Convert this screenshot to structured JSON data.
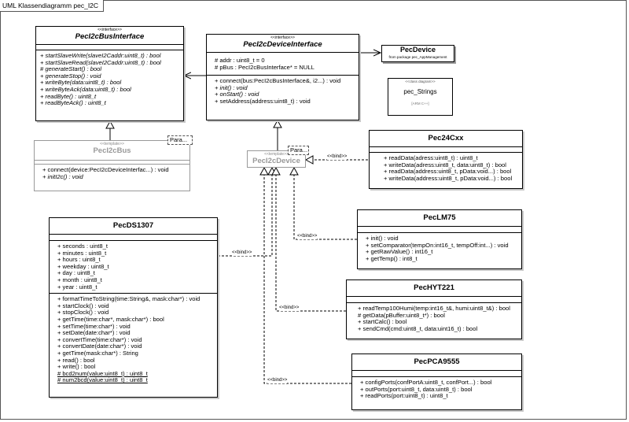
{
  "frame": {
    "title": "UML Klassendiagramm pec_I2C"
  },
  "classes": {
    "bus_interface": {
      "stereotype": "<<interface>>",
      "name": "PecI2cBusInterface",
      "operations": [
        "+ startSlaveWrite(slaveI2Caddr:uint8_t) : bool",
        "+ startSlaveRead(slaveI2Caddr:uint8_t) : bool",
        "# generateStart() : bool",
        "+ generateStop() : void",
        "+ writeByte(data:uint8_t) : bool",
        "+ writeByteAck(data:uint8_t) : bool",
        "+ readByte() : uint8_t",
        "+ readByteAck() : uint8_t"
      ]
    },
    "device_interface": {
      "stereotype": "<<interface>>",
      "name": "PecI2cDeviceInterface",
      "attributes": [
        "# addr : uint8_t = 0",
        "# pBus : PecI2cBusInterface* = NULL"
      ],
      "operations": [
        "+ connect(bus:PecI2cBusInterface&, i2...) : void",
        "+ init() : void",
        "+ onStart() : void",
        "+ setAddress(address:uint8_t) : void"
      ]
    },
    "pec_device": {
      "name": "PecDevice",
      "note": "from package pec_AppManagement"
    },
    "pec_strings": {
      "stereotype": "<<class diagram>>",
      "name": "pec_Strings",
      "footer": "[ARM C++]"
    },
    "i2c_bus": {
      "stereotype": "<<template>>",
      "name": "PecI2cBus",
      "param": "Para...",
      "operations": [
        "+ connect(device:PecI2cDeviceInterfac...) : void",
        "+ initI2c() : void"
      ]
    },
    "i2c_device": {
      "stereotype": "<<template>>",
      "name": "PecI2cDevice",
      "param": "Para..."
    },
    "pec24cxx": {
      "name": "Pec24Cxx",
      "operations": [
        "+ readData(adress:uint8_t) : uint8_t",
        "+ writeData(adress:uint8_t, data:uint8_t) : bool",
        "+ readData(address:uint8_t, pData:void...) : bool",
        "+ writeData(address:uint8_t, pData:void...) : bool"
      ]
    },
    "pecds1307": {
      "name": "PecDS1307",
      "attributes": [
        "+ seconds : uint8_t",
        "+ minutes : uint8_t",
        "+ hours : uint8_t",
        "+ weekday : uint8_t",
        "+ day : uint8_t",
        "+ month : uint8_t",
        "+ year : uint8_t"
      ],
      "operations": [
        "+ formatTimeToString(time:String&, mask:char*) : void",
        "+ startClock() : void",
        "+ stopClock() : void",
        "+ getTime(time:char*, mask:char*) : bool",
        "+ setTime(time:char*) : void",
        "+ setDate(date:char*) : void",
        "+ convertTime(time:char*) : void",
        "+ convertDate(date:char*) : void",
        "+ getTime(mask:char*) : String",
        "+ read() : bool",
        "+ write() : bool",
        "# bcd2num(value:uint8_t) : uint8_t",
        "# num2bcd(value:uint8_t) : uint8_t"
      ]
    },
    "peclm75": {
      "name": "PecLM75",
      "operations": [
        "+ init() : void",
        "+ setComparator(tempOn:int16_t, tempOff:int...) : void",
        "+ getRawValue() : int16_t",
        "+ getTemp() : int8_t"
      ]
    },
    "pechyt221": {
      "name": "PecHYT221",
      "operations": [
        "+ readTemp100Humi(temp:int16_t&, humi:uint8_t&) : bool",
        "# getData(pBuffer:uint8_t*) : bool",
        "+ startCalc() : bool",
        "+ sendCmd(cmd:uint8_t, data:uint16_t) : bool"
      ]
    },
    "pecpca9555": {
      "name": "PecPCA9555",
      "operations": [
        "+ configPorts(confPortA:uint8_t, confPort...) : bool",
        "+ outPorts(port:uint8_t, data:uint8_t) : bool",
        "+ readPorts(port:uint8_t) : uint8_t"
      ]
    }
  },
  "bind_labels": [
    "<<bind>>",
    "<<bind>>",
    "<<bind>>",
    "<<bind>>",
    "<<bind>>"
  ]
}
